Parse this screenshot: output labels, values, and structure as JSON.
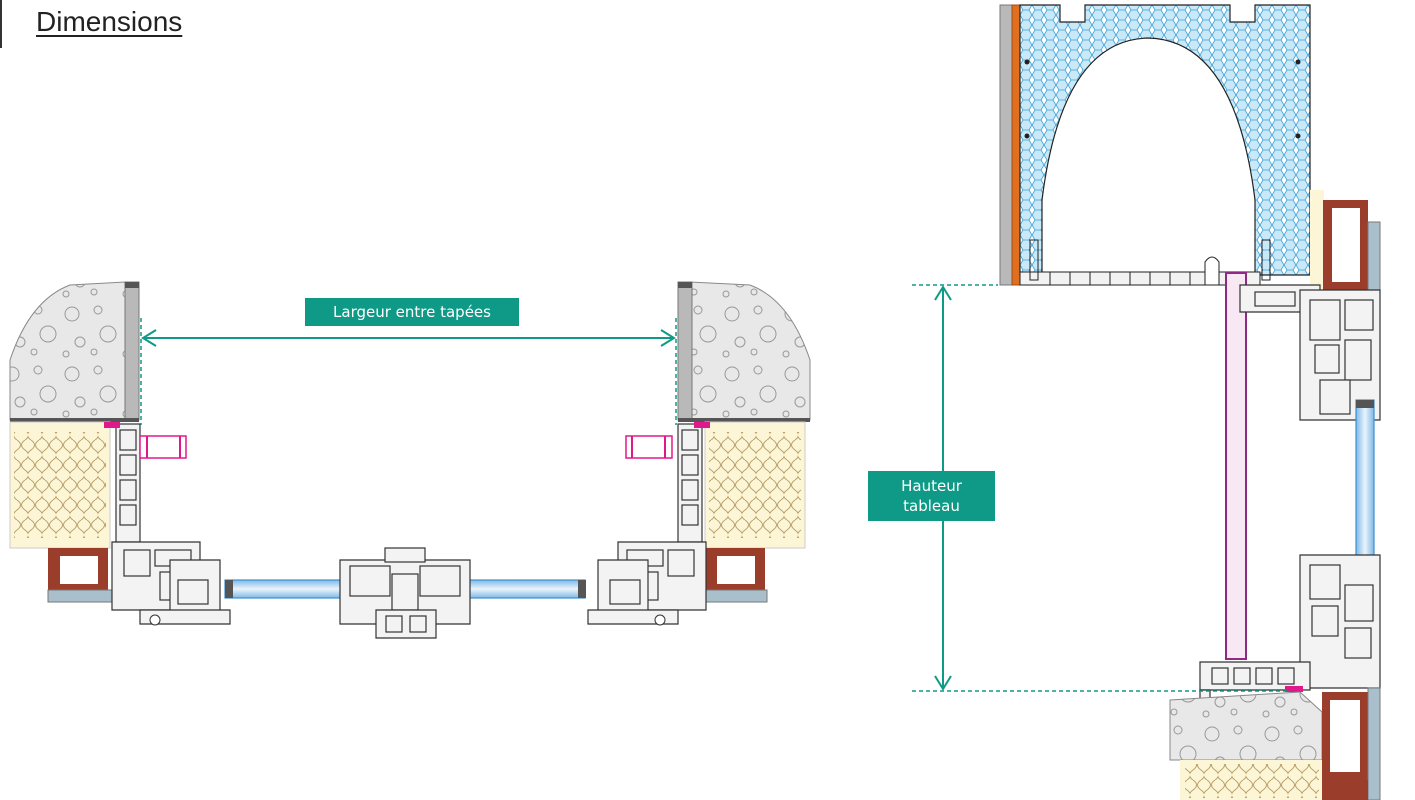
{
  "title": "Dimensions",
  "labels": {
    "width_dimension": "Largeur entre tapées",
    "height_dimension_line1": "Hauteur",
    "height_dimension_line2": "tableau"
  },
  "colors": {
    "dimension_accent": "#0e9a86",
    "glass": "#a9d2ef",
    "concrete": "#e7e7e7",
    "insulation": "#fdf6d6",
    "lintel_brown": "#9a3d2a",
    "foam_blue": "#9fd3ef",
    "seal_pink": "#e0188c",
    "shutter_purple": "#8e2a86",
    "orange_strip": "#e07020"
  }
}
